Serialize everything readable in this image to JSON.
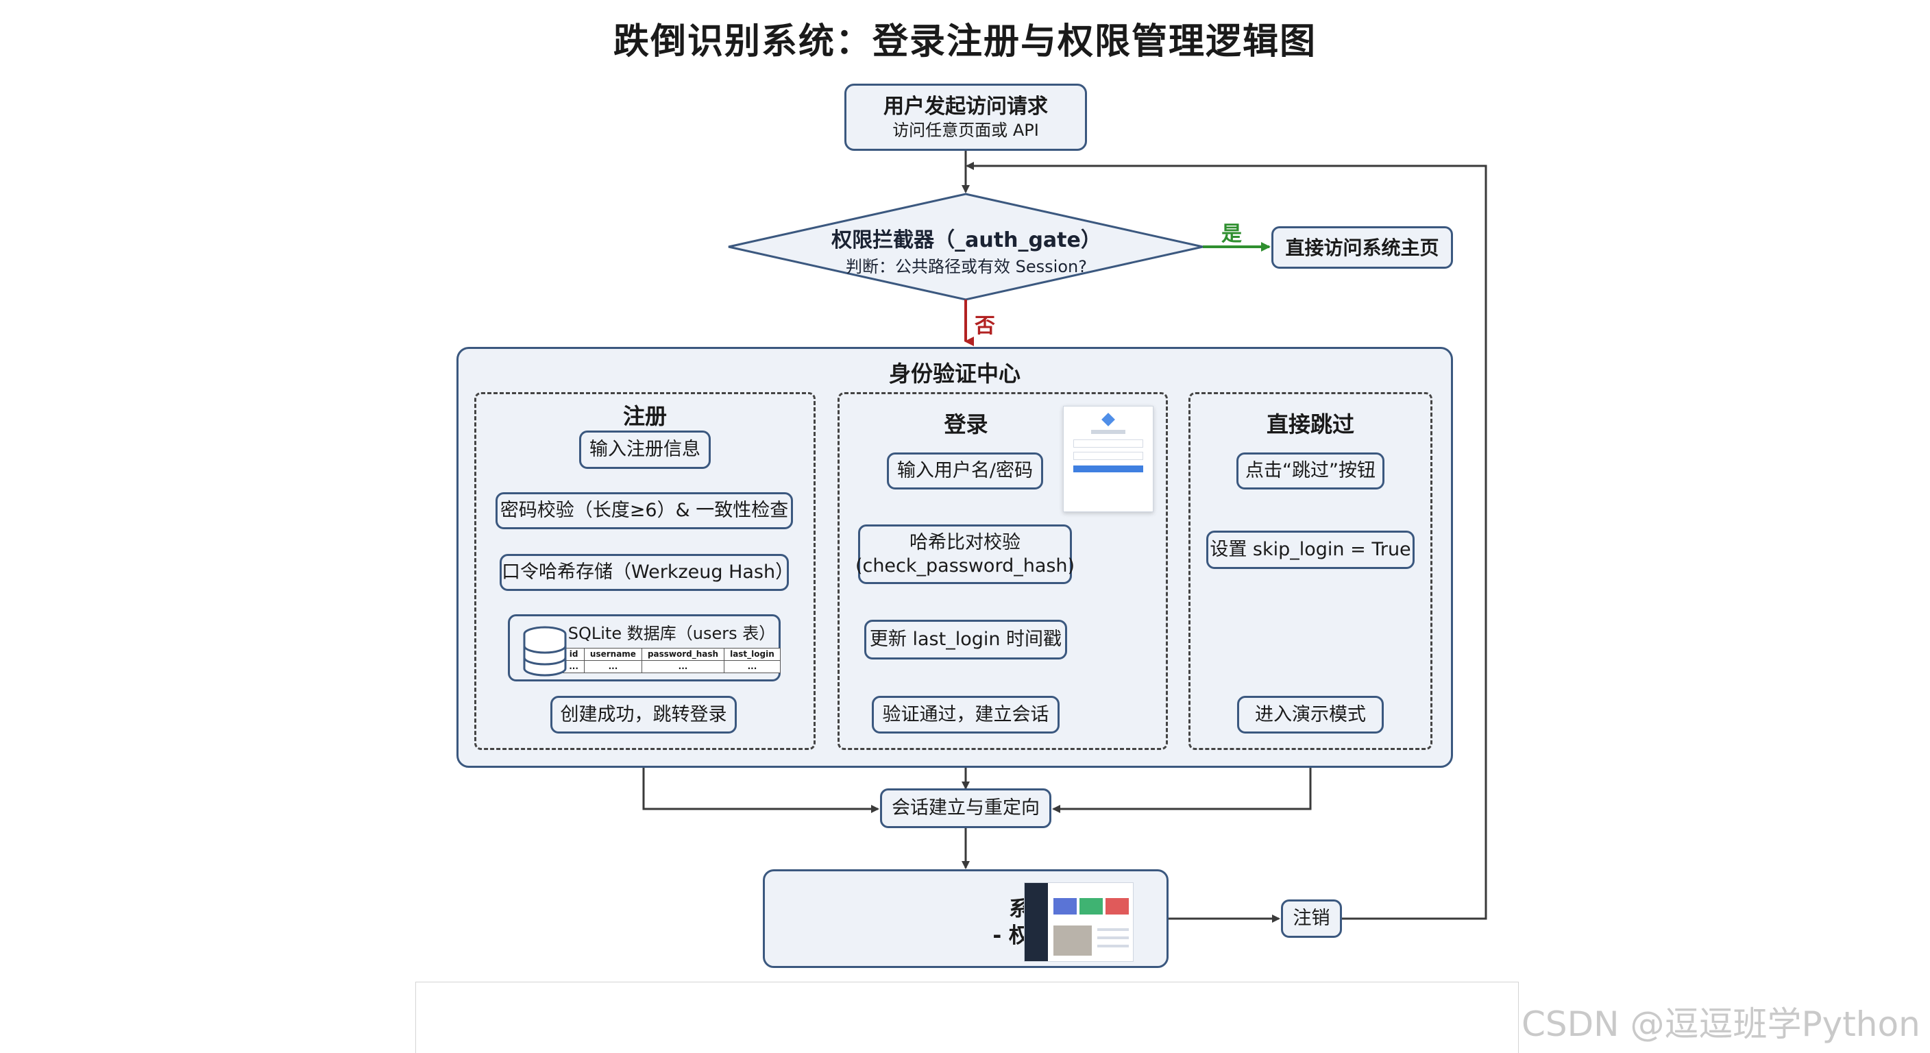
{
  "title": "跌倒识别系统：登录注册与权限管理逻辑图",
  "start": {
    "line1": "用户发起访问请求",
    "line2": "访问任意页面或 API"
  },
  "gate": {
    "line1": "权限拦截器（_auth_gate）",
    "line2": "判断：公共路径或有效 Session?"
  },
  "yes_label": "是",
  "no_label": "否",
  "direct_home": "直接访问系统主页",
  "auth_center": "身份验证中心",
  "register": {
    "title": "注册",
    "steps": [
      "输入注册信息",
      "密码校验（长度≥6）& 一致性检查",
      "口令哈希存储（Werkzeug Hash）"
    ],
    "db_title": "SQLite 数据库（users 表）",
    "db_columns": [
      "id",
      "username",
      "password_hash",
      "last_login"
    ],
    "db_row": [
      "...",
      "...",
      "...",
      "..."
    ],
    "done": "创建成功，跳转登录"
  },
  "login": {
    "title": "登录",
    "steps": [
      "输入用户名/密码",
      "哈希比对校验",
      "(check_password_hash)",
      "更新 last_login 时间戳",
      "验证通过，建立会话"
    ]
  },
  "skip": {
    "title": "直接跳过",
    "steps": [
      "点击“跳过”按钮",
      "设置 skip_login = True",
      "进入演示模式"
    ]
  },
  "session_redirect": "会话建立与重定向",
  "home": {
    "line1": "系统主页",
    "line2": "- 权限释放"
  },
  "logout": "注销",
  "watermark": "CSDN @逗逗班学Python",
  "colors": {
    "border": "#3b587f",
    "fill": "#eef2f8",
    "yes": "#2f8f2f",
    "no": "#b22222",
    "arrow": "#3a3a3a"
  }
}
